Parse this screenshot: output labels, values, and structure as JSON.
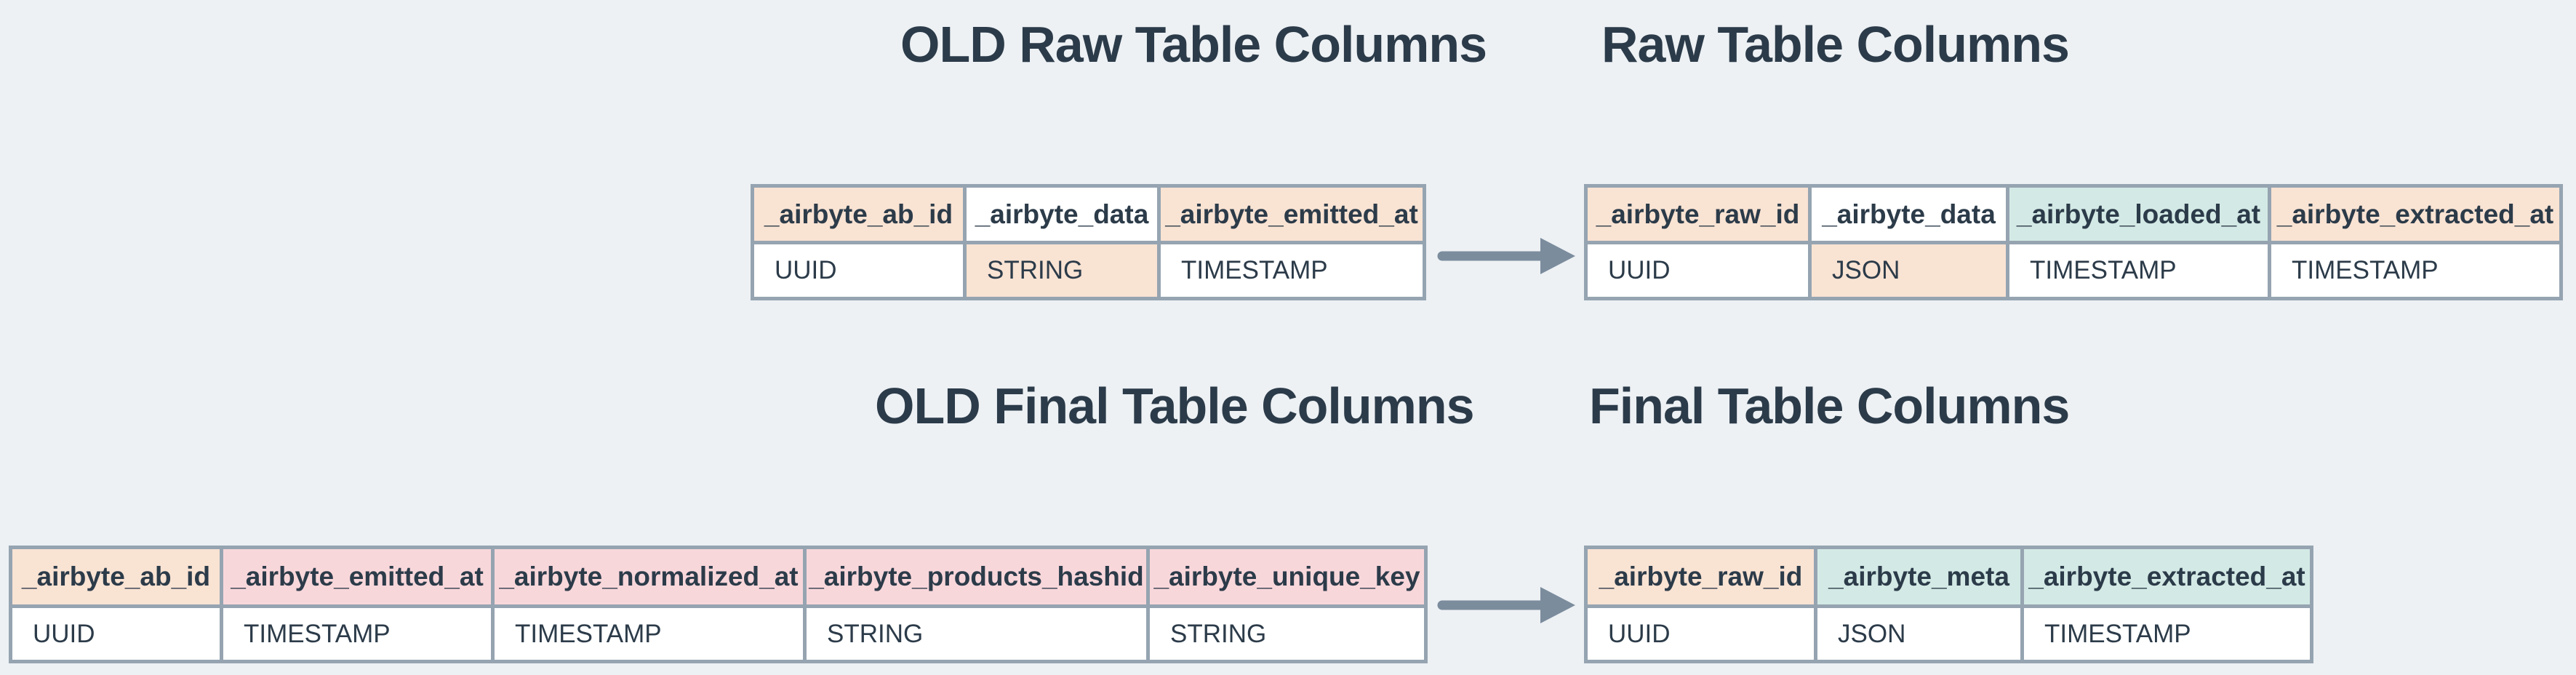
{
  "titles": {
    "old_raw": "OLD Raw Table Columns",
    "raw": "Raw Table Columns",
    "old_final": "OLD Final Table Columns",
    "final": "Final Table Columns"
  },
  "colors": {
    "background": "#edf1f4",
    "table_border": "#96a4b1",
    "text": "#2c3b49",
    "arrow": "#7b8c9d",
    "highlight_peach": "#f9e3d3",
    "highlight_pink": "#f8d7db",
    "highlight_teal": "#d3e9e5",
    "cell_white": "#ffffff"
  },
  "tables": [
    {
      "id": "old_raw",
      "title_key": "old_raw",
      "columns": [
        {
          "label": "_airbyte_ab_id",
          "type": "UUID",
          "header_bg": "peach",
          "value_bg": "white"
        },
        {
          "label": "_airbyte_data",
          "type": "STRING",
          "header_bg": "white",
          "value_bg": "peach"
        },
        {
          "label": "_airbyte_emitted_at",
          "type": "TIMESTAMP",
          "header_bg": "peach",
          "value_bg": "white"
        }
      ]
    },
    {
      "id": "raw",
      "title_key": "raw",
      "columns": [
        {
          "label": "_airbyte_raw_id",
          "type": "UUID",
          "header_bg": "peach",
          "value_bg": "white"
        },
        {
          "label": "_airbyte_data",
          "type": "JSON",
          "header_bg": "white",
          "value_bg": "peach"
        },
        {
          "label": "_airbyte_loaded_at",
          "type": "TIMESTAMP",
          "header_bg": "teal",
          "value_bg": "white"
        },
        {
          "label": "_airbyte_extracted_at",
          "type": "TIMESTAMP",
          "header_bg": "peach",
          "value_bg": "white"
        }
      ]
    },
    {
      "id": "old_final",
      "title_key": "old_final",
      "columns": [
        {
          "label": "_airbyte_ab_id",
          "type": "UUID",
          "header_bg": "peach",
          "value_bg": "white"
        },
        {
          "label": "_airbyte_emitted_at",
          "type": "TIMESTAMP",
          "header_bg": "pink",
          "value_bg": "white"
        },
        {
          "label": "_airbyte_normalized_at",
          "type": "TIMESTAMP",
          "header_bg": "pink",
          "value_bg": "white"
        },
        {
          "label": "_airbyte_products_hashid",
          "type": "STRING",
          "header_bg": "pink",
          "value_bg": "white"
        },
        {
          "label": "_airbyte_unique_key",
          "type": "STRING",
          "header_bg": "pink",
          "value_bg": "white"
        }
      ]
    },
    {
      "id": "final",
      "title_key": "final",
      "columns": [
        {
          "label": "_airbyte_raw_id",
          "type": "UUID",
          "header_bg": "peach",
          "value_bg": "white"
        },
        {
          "label": "_airbyte_meta",
          "type": "JSON",
          "header_bg": "teal",
          "value_bg": "white"
        },
        {
          "label": "_airbyte_extracted_at",
          "type": "TIMESTAMP",
          "header_bg": "teal",
          "value_bg": "white"
        }
      ]
    }
  ]
}
